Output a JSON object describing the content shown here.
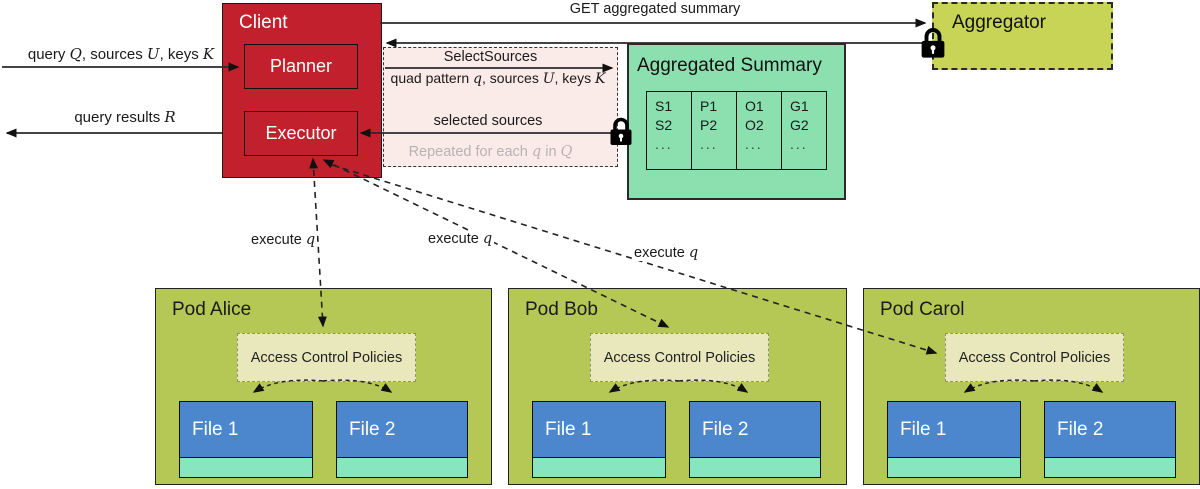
{
  "client": {
    "title": "Client",
    "planner_label": "Planner",
    "executor_label": "Executor"
  },
  "aggregator": {
    "title": "Aggregator"
  },
  "summary": {
    "title": "Aggregated Summary",
    "table": {
      "columns": [
        [
          "S1",
          "S2",
          "..."
        ],
        [
          "P1",
          "P2",
          "..."
        ],
        [
          "O1",
          "O2",
          "..."
        ],
        [
          "G1",
          "G2",
          "..."
        ]
      ]
    }
  },
  "labels": {
    "get_summary": "GET aggregated summary",
    "query_in": {
      "parts": [
        "query ",
        "Q",
        ", sources ",
        "U",
        ", keys ",
        "K"
      ]
    },
    "query_out": {
      "parts": [
        "query results ",
        "R"
      ]
    },
    "select_sources": "SelectSources",
    "quad_pattern": {
      "parts": [
        "quad pattern ",
        "q",
        ", sources ",
        "U",
        ", keys ",
        "K"
      ]
    },
    "selected_sources": "selected sources",
    "repeated": {
      "parts": [
        "Repeated for each ",
        "q",
        " in ",
        "Q"
      ]
    },
    "execute": {
      "parts": [
        "execute ",
        "q"
      ]
    }
  },
  "pods": [
    {
      "title": "Pod Alice",
      "acp_label": "Access Control Policies",
      "file1_label": "File 1",
      "file2_label": "File 2"
    },
    {
      "title": "Pod Bob",
      "acp_label": "Access Control Policies",
      "file1_label": "File 1",
      "file2_label": "File 2"
    },
    {
      "title": "Pod Carol",
      "acp_label": "Access Control Policies",
      "file1_label": "File 1",
      "file2_label": "File 2"
    }
  ],
  "icons": {
    "lock_aggregator": "lock-icon",
    "lock_selected_sources": "lock-icon"
  },
  "colors": {
    "client_red": "#c2202c",
    "pod_green": "#b5c855",
    "aggregator_green": "#c8d455",
    "summary_mint": "#8ce0b0",
    "file_blue": "#4c86cc",
    "file_strip_mint": "#87e6bf",
    "acp_cream": "#e9e8bd",
    "selectsources_pink": "#fbebe8",
    "repeated_gray": "#b9b2b2"
  }
}
